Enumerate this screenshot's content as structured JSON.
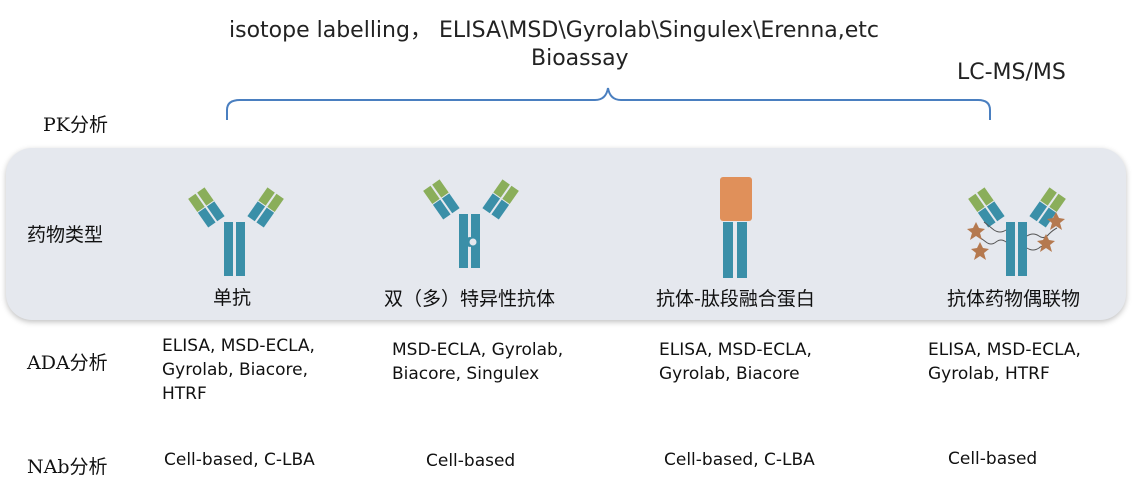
{
  "header": {
    "line1": "isotope labelling， ELISA\\MSD\\Gyrolab\\Singulex\\Erenna,etc",
    "line2": "Bioassay",
    "lcms": "LC-MS/MS"
  },
  "rows": {
    "pk": "PK分析",
    "type": "药物类型",
    "ada": "ADA分析",
    "nab": "NAb分析"
  },
  "drug_types": [
    {
      "label": "单抗",
      "icon": "monoclonal-antibody-icon"
    },
    {
      "label": "双（多）特异性抗体",
      "icon": "bispecific-antibody-icon"
    },
    {
      "label": "抗体-肽段融合蛋白",
      "icon": "antibody-peptide-fusion-icon"
    },
    {
      "label": "抗体药物偶联物",
      "icon": "antibody-drug-conjugate-icon"
    }
  ],
  "ada": [
    "ELISA, MSD-ECLA, Gyrolab, Biacore, HTRF",
    "MSD-ECLA, Gyrolab, Biacore, Singulex",
    "ELISA, MSD-ECLA, Gyrolab, Biacore",
    "ELISA, MSD-ECLA, Gyrolab, HTRF"
  ],
  "nab": [
    "Cell-based, C-LBA",
    "Cell-based",
    "Cell-based, C-LBA",
    "Cell-based"
  ],
  "colors": {
    "antibody_blue": "#3a8fa8",
    "antibody_green": "#8aae5a",
    "fusion_orange": "#e0905a",
    "payload_brown": "#b5794f",
    "brace": "#4a7fc0",
    "panel": "#e5e8ee"
  }
}
